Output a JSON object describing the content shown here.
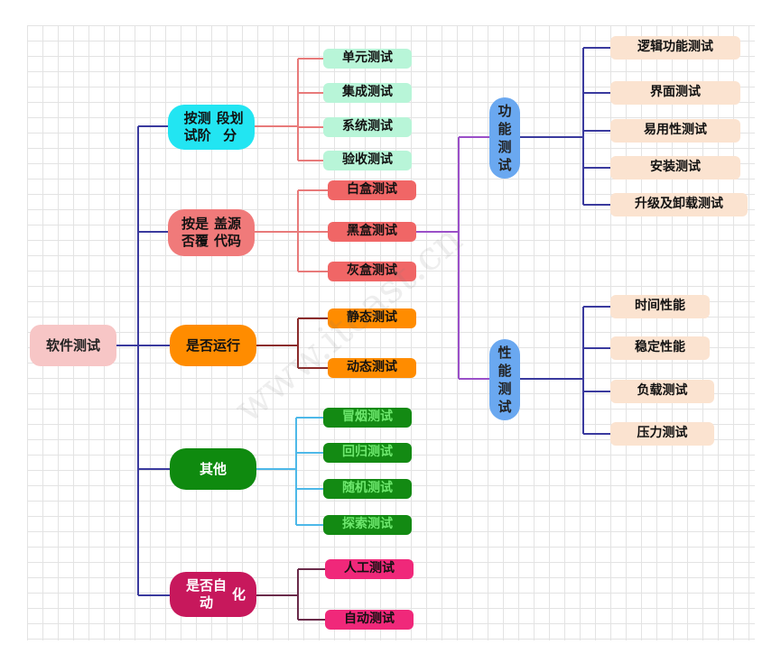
{
  "root": "软件测试",
  "branches": {
    "stage": {
      "label": "按测试阶段划分",
      "lines": [
        "按测试阶",
        "段划分"
      ],
      "color": "#22e5f2",
      "children": [
        "单元测试",
        "集成测试",
        "系统测试",
        "验收测试"
      ]
    },
    "source": {
      "label": "按是否覆盖源代码",
      "lines": [
        "按是否覆",
        "盖源代码"
      ],
      "color": "#f07a7a",
      "children": [
        "白盒测试",
        "黑盒测试",
        "灰盒测试"
      ]
    },
    "run": {
      "label": "是否运行",
      "color": "#ff8c00",
      "children": [
        "静态测试",
        "动态测试"
      ]
    },
    "other": {
      "label": "其他",
      "color": "#0f8a0f",
      "children": [
        "冒烟测试",
        "回归测试",
        "随机测试",
        "探索测试"
      ]
    },
    "auto": {
      "label": "是否自动化",
      "lines": [
        "是否自动",
        "化"
      ],
      "color": "#c7185c",
      "children": [
        "人工测试",
        "自动测试"
      ]
    }
  },
  "blackbox": {
    "functional": {
      "label": "功能测试",
      "chars": [
        "功",
        "能",
        "测",
        "试"
      ],
      "color": "#6aa8f0",
      "children": [
        "逻辑功能测试",
        "界面测试",
        "易用性测试",
        "安装测试",
        "升级及卸载测试"
      ]
    },
    "performance": {
      "label": "性能测试",
      "chars": [
        "性",
        "能",
        "测",
        "试"
      ],
      "color": "#6aa8f0",
      "children": [
        "时间性能",
        "稳定性能",
        "负载测试",
        "压力测试"
      ]
    }
  },
  "colors": {
    "leaf_stage": "#b8f5d8",
    "leaf_source": "#f06666",
    "leaf_run": "#ff8c00",
    "leaf_other": "#138a13",
    "leaf_auto": "#f0287a",
    "leaf_right": "#fbe3d0",
    "line_main": "#3a3a9e",
    "line_purple": "#9a4fc8"
  },
  "watermark": "www.itcast.cn"
}
